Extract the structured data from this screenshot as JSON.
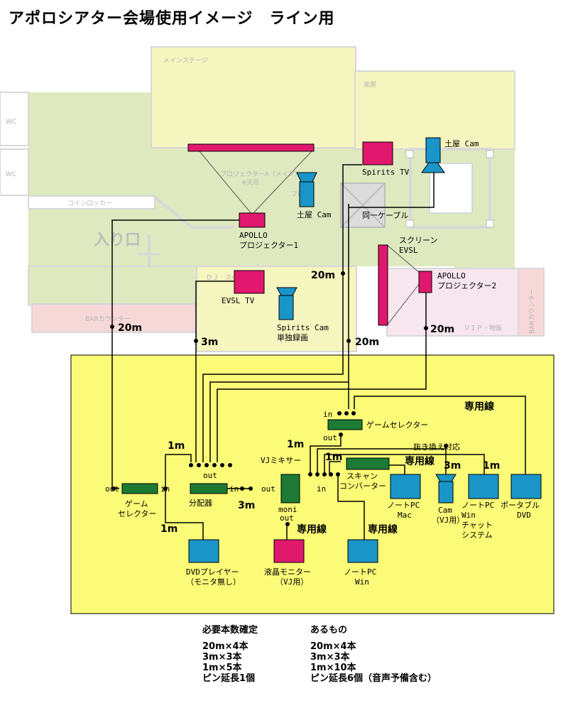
{
  "title": "アポロシアター会場使用イメージ　ライン用",
  "rooms": {
    "main_stage": "メインステージ",
    "gakuya": "楽屋",
    "wc1": "WC",
    "wc2": "WC",
    "coin_locker": "コインロッカー",
    "entrance": "入り口",
    "dj_space": "ＤＪ　スペース",
    "bar_counter_left": "BARカウンター",
    "bar_counter_right": "BARカウンター",
    "vip": "ＶＩＰ・物販",
    "floor": "フロア",
    "proj_a_note": "プロジェクターA（メイン）",
    "proj_a_note2": "※天吊"
  },
  "devices": {
    "apollo_proj1": [
      "APOLLO",
      "プロジェクター1"
    ],
    "spirits_tv": "Spirits TV",
    "tsuchiya_cam_top": "土屋 Cam",
    "tsuchiya_cam_mid": "土屋 Cam",
    "same_cable": "同一ケーブル",
    "screen_evsl": [
      "スクリーン",
      "EVSL"
    ],
    "apollo_proj2": [
      "APOLLO",
      "プロジェクター2"
    ],
    "evsl_tv": "EVSL TV",
    "spirits_cam": [
      "Spirits Cam",
      "単独録画"
    ],
    "game_selector_left": [
      "ゲーム",
      "セレクター"
    ],
    "bunhaiki": "分配器",
    "dvd_player": [
      "DVDプレイヤー",
      "（モニタ無し）"
    ],
    "vj_mixer": "VJミキサー",
    "game_selector_top": "ゲームセレクター",
    "scan_converter": [
      "スキャン",
      "コンバーター"
    ],
    "note_pc_mac": [
      "ノートPC",
      "Mac"
    ],
    "cam_vj": [
      "Cam",
      "（VJ用）"
    ],
    "note_pc_win_chat": [
      "ノートPC",
      "Win",
      "チャット",
      "システム"
    ],
    "portable_dvd": [
      "ポータブル",
      "DVD"
    ],
    "lcd_monitor": [
      "液晶モニター",
      "（VJ用）"
    ],
    "note_pc_win": [
      "ノートPC",
      "Win"
    ],
    "nukikae": "抜き換え対応"
  },
  "ports": {
    "out_gs_left": "out",
    "in_gs_left": "in",
    "out_bun_top": "out",
    "in_bun": "in",
    "out_bun_right": "out",
    "in_gs_top": "in",
    "out_gs_top": "out",
    "in_vjmix": "in",
    "moni_out": [
      "moni",
      "out"
    ]
  },
  "cable_labels": {
    "c20m_a": "20m",
    "c20m_b": "20m",
    "c20m_c": "20m",
    "c20m_d": "20m",
    "c3m_a": "3m",
    "c3m_b": "3m",
    "c3m_c": "3m",
    "c1m_a": "1m",
    "c1m_b": "1m",
    "c1m_c": "1m",
    "c1m_d": "1m",
    "c1m_e": "1m",
    "sen_a": "専用線",
    "sen_b": "専用線",
    "sen_c": "専用線",
    "sen_d": "専用線"
  },
  "summary": {
    "confirmed": {
      "header": "必要本数確定",
      "items": [
        "20m×4本",
        "3m×3本",
        "1m×5本",
        "ピン延長1個"
      ]
    },
    "existing": {
      "header": "あるもの",
      "items": [
        "20m×4本",
        "3m×3本",
        "1m×10本",
        "ピン延長6個（音声予備含む）"
      ]
    }
  },
  "colors": {
    "green_area": "#dfe9c0",
    "yellow_area": "#f5f5bf",
    "pink_area": "#f7d8d8",
    "equipment_area": "#fbfb78",
    "projector": "#e0186e",
    "camera": "#1a95c8",
    "selector": "#1c7a34"
  }
}
